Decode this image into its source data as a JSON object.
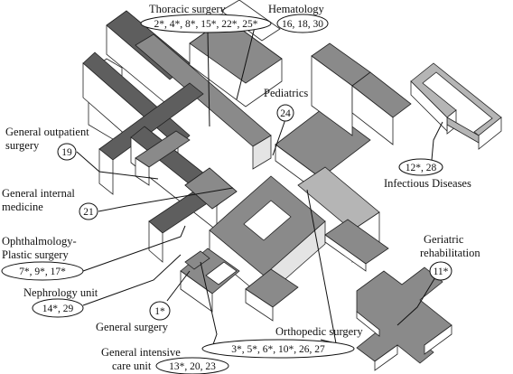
{
  "wards": {
    "thoracic": {
      "name": "Thoracic surgery",
      "rooms": "2*, 4*, 8*, 15*, 22*, 25*"
    },
    "hematology": {
      "name": "Hematology",
      "rooms": "16, 18, 30"
    },
    "pediatrics": {
      "name": "Pediatrics",
      "rooms": "24"
    },
    "gen_outpatient": {
      "name_line1": "General outpatient",
      "name_line2": "surgery",
      "rooms": "19"
    },
    "gen_internal": {
      "name_line1": "General internal",
      "name_line2": "medicine",
      "rooms": "21"
    },
    "ophthalmology": {
      "name_line1": "Ophthalmology-",
      "name_line2": "Plastic surgery",
      "rooms": "7*, 9*, 17*"
    },
    "nephrology": {
      "name": "Nephrology unit",
      "rooms": "14*, 29"
    },
    "gen_surgery": {
      "name": "General surgery",
      "rooms": "1*"
    },
    "icu": {
      "name_line1": "General intensive",
      "name_line2": "care unit",
      "rooms": "13*, 20, 23"
    },
    "orthopedic": {
      "name": "Orthopedic surgery",
      "rooms": "3*, 5*, 6*, 10*, 26, 27"
    },
    "infectious": {
      "name": "Infectious Diseases",
      "rooms": "12*, 28"
    },
    "geriatric": {
      "name_line1": "Geriatric",
      "name_line2": "rehabilitation",
      "rooms": "11*"
    }
  }
}
